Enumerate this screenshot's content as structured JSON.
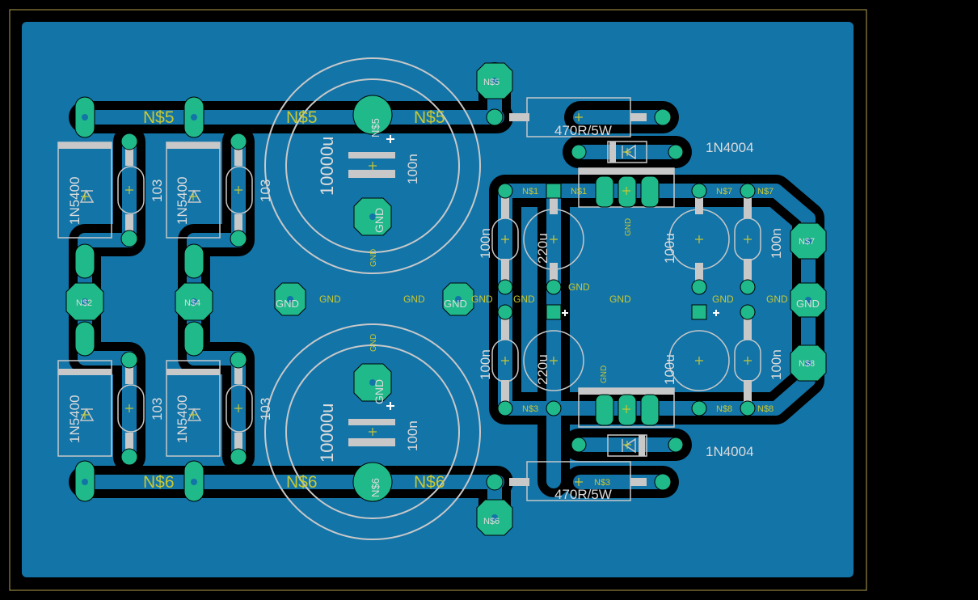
{
  "colors": {
    "background": "#000000",
    "copper": "#1374a8",
    "pad": "#20b98a",
    "silk": "#c8c8c8",
    "label": "#c8c832",
    "outline": "#b4a050"
  },
  "labels": {
    "diode_bridge": "1N5400",
    "cap_small": "103",
    "cap_big": "10000u",
    "cap_100n": "100n",
    "cap_220u": "220u",
    "cap_100u": "100u",
    "resistor": "470R/5W",
    "diode_reg": "1N4004",
    "gnd": "GND",
    "n1": "N$1",
    "n3": "N$3",
    "n5": "N$5",
    "n6": "N$6",
    "n7": "N$7",
    "n8": "N$8",
    "n2": "N$2",
    "n4": "N$4"
  }
}
